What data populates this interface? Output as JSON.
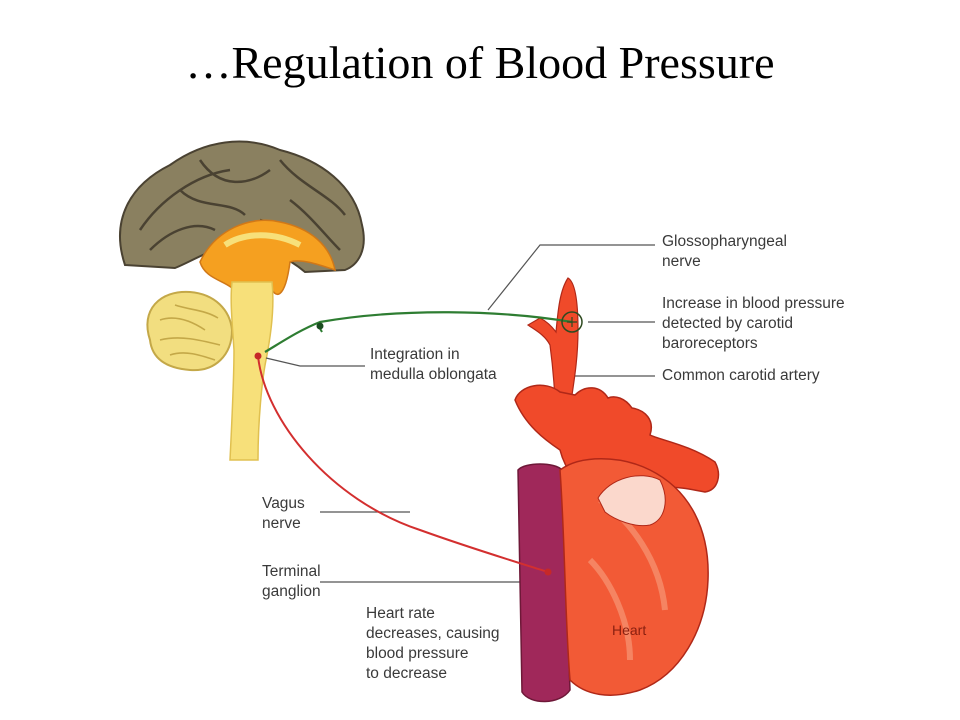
{
  "slide": {
    "title": "…Regulation of Blood Pressure"
  },
  "diagram": {
    "labels": {
      "glossopharyngeal": "Glossopharyngeal\nnerve",
      "baroreceptors": "Increase in blood pressure\ndetected by carotid\nbaroreceptors",
      "common_carotid": "Common carotid artery",
      "integration": "Integration in\nmedulla oblongata",
      "vagus": "Vagus\nnerve",
      "terminal_ganglion": "Terminal\nganglion",
      "heart_rate": "Heart rate\ndecreases, causing\nblood pressure\nto decrease",
      "heart": "Heart"
    },
    "colors": {
      "cortex": "#8a8060",
      "brainstem": "#f7e07a",
      "deep_brain": "#f5a020",
      "sensory_nerve": "#2e7d32",
      "motor_nerve": "#d32f2f",
      "heart": "#f04a2a",
      "vein": "#a0285a",
      "leader_line": "#555555"
    }
  }
}
